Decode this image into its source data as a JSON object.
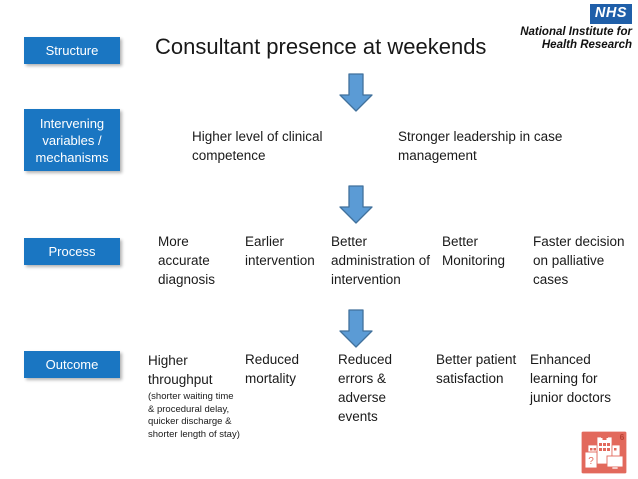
{
  "logo": {
    "mark_text": "NHS",
    "line1": "National Institute for",
    "line2": "Health Research",
    "mark_color": "#1F5FA9"
  },
  "title": "Consultant presence at weekends",
  "theme": {
    "stage_box_color": "#1A76C2",
    "arrow_fill": "#5B9BD5",
    "arrow_stroke": "#41719C",
    "icon_background": "#E2695C"
  },
  "stages": [
    {
      "id": "structure",
      "label": "Structure"
    },
    {
      "id": "intervening",
      "label": "Intervening variables / mechanisms"
    },
    {
      "id": "process",
      "label": "Process"
    },
    {
      "id": "outcome",
      "label": "Outcome"
    }
  ],
  "arrows": [
    {
      "name": "arrow-structure-to-intervening",
      "direction": "down"
    },
    {
      "name": "arrow-intervening-to-process",
      "direction": "down"
    },
    {
      "name": "arrow-process-to-outcome",
      "direction": "down"
    }
  ],
  "intervening_items": [
    "Higher level of clinical competence",
    "Stronger leadership in case management"
  ],
  "process_items": [
    "More accurate diagnosis",
    "Earlier intervention",
    "Better administration of intervention",
    "Better Monitoring",
    "Faster decision on palliative cases"
  ],
  "outcome_items": [
    {
      "main": "Higher throughput",
      "note": "(shorter waiting time & procedural delay, quicker discharge & shorter length of stay)"
    },
    {
      "main": "Reduced mortality",
      "note": ""
    },
    {
      "main": "Reduced errors & adverse events",
      "note": ""
    },
    {
      "main": "Better patient satisfaction",
      "note": ""
    },
    {
      "main": "Enhanced learning for junior doctors",
      "note": ""
    }
  ],
  "corner_icon": {
    "name": "hospital-research-icon",
    "badge": "6"
  }
}
